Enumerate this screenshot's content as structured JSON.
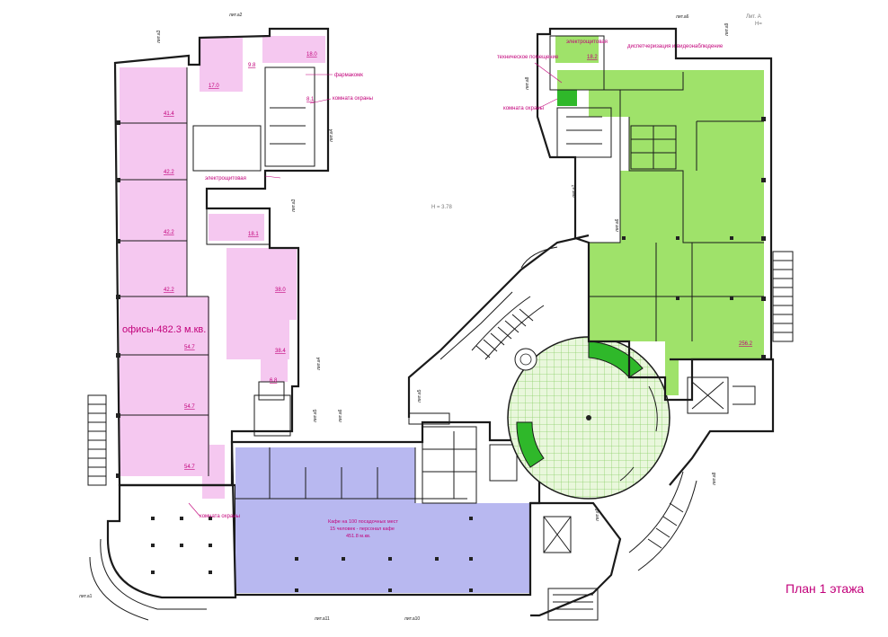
{
  "plan": {
    "title": "План 1 этажа",
    "ceiling_height": "H = 3.78",
    "lit_header": "Лит. А",
    "lit_header_sub": "Н=",
    "offices_label": "офисы-482.3 м.кв.",
    "cafe_label_1": "Кафе на 100 посадочных мест",
    "cafe_label_2": "15 человек - персонал кафе",
    "cafe_label_3": "451.8 м.кв.",
    "colors": {
      "offices": "#f5c8f0",
      "retail": "#9fe26a",
      "retail_dark": "#2fb82a",
      "cafe": "#b8b8f0",
      "atrium_grid": "#8bd16a",
      "accent_text": "#c2007a"
    }
  },
  "rooms": {
    "office_areas": [
      "41.4",
      "42.2",
      "42.2",
      "42.2",
      "54.7",
      "54.7",
      "54.7"
    ],
    "top_left_areas": [
      "17.0",
      "9.8",
      "18.0",
      "8.1"
    ],
    "middle_left_areas": [
      "18.1",
      "38.0",
      "38.4",
      "6.8"
    ],
    "top_right_areas": [
      "18.2"
    ],
    "retail_area": "256.2"
  },
  "tags": {
    "farmacy": "фармакомк",
    "security_1": "комната охраны",
    "electrical_1": "электрощитовая",
    "electrical_2": "электрощитовая",
    "dispatch": "диспетчеризация и видеонаблюдение",
    "technical": "техническое помещение",
    "security_2": "комната охраны",
    "security_3": "комната охраны"
  },
  "lit_labels": [
    "лит.а3",
    "лит.а2",
    "лит.а4",
    "лит.а3",
    "лит.а4",
    "лит.а5",
    "лит.а6",
    "лит.а5",
    "лит.а6",
    "лит.а7",
    "лит.а8",
    "лит.а9",
    "лит.а6",
    "лит.а8",
    "лит.а10",
    "лит.а11",
    "лит.а1",
    "лит.а5"
  ]
}
